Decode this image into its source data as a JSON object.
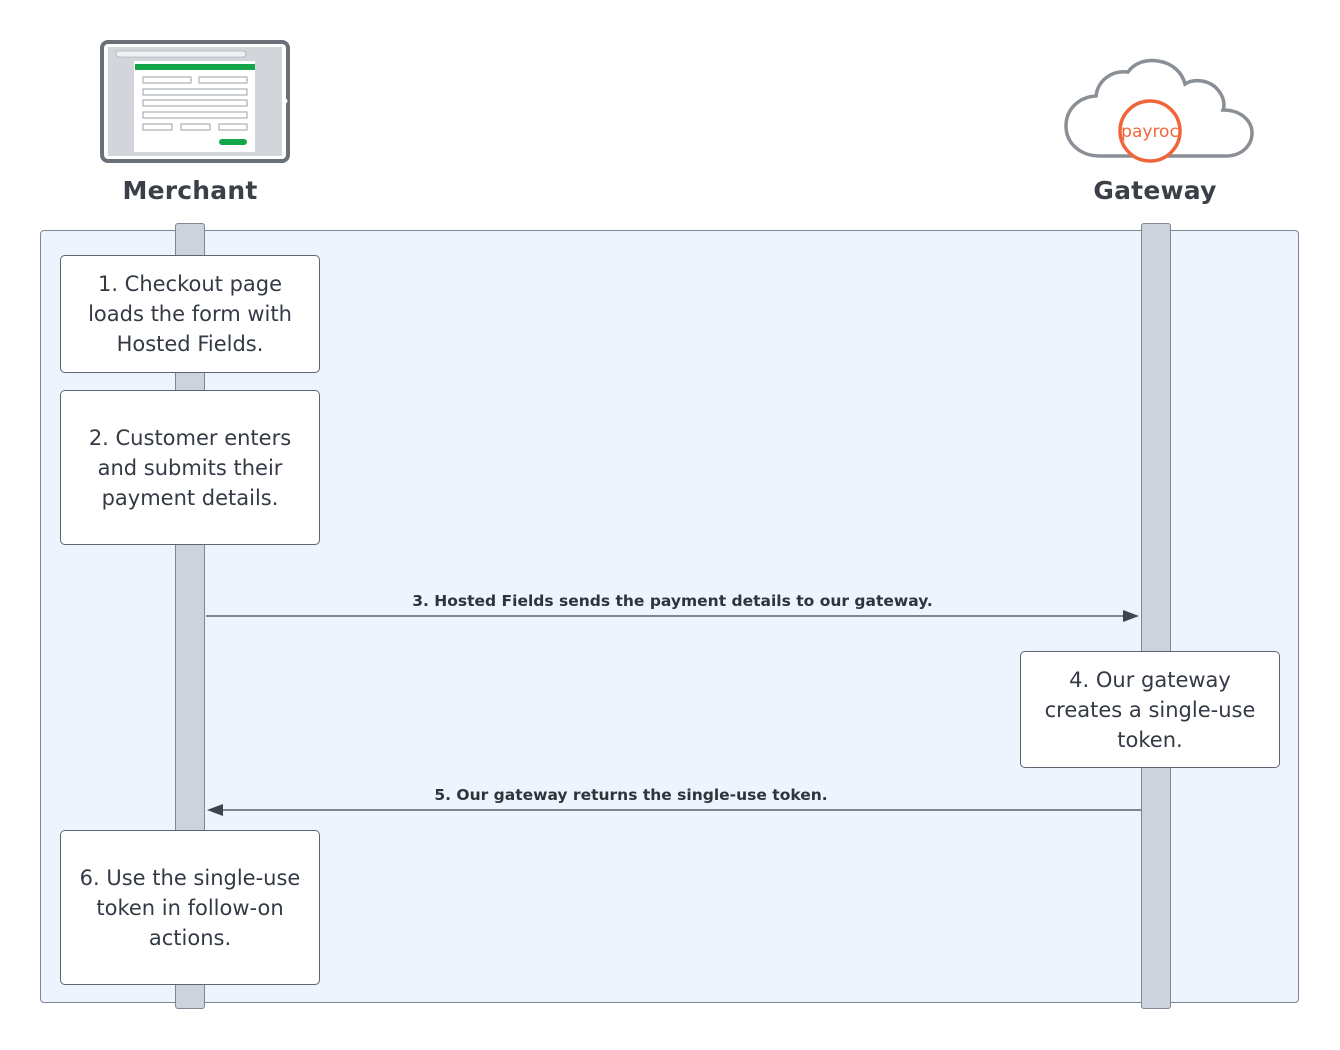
{
  "actors": {
    "merchant": {
      "title": "Merchant",
      "icon": "tablet-checkout-form-icon"
    },
    "gateway": {
      "title": "Gateway",
      "icon": "payroc-cloud-logo-icon",
      "logo_text": "payroc"
    }
  },
  "steps": {
    "step1": "1. Checkout page loads the form with Hosted Fields.",
    "step2": "2. Customer enters and submits their payment details.",
    "step3": "3. Hosted Fields sends the payment details to our gateway.",
    "step4": "4. Our gateway creates a single-use token.",
    "step5": "5. Our gateway returns the single-use token.",
    "step6": "6. Use the single-use token in follow-on actions."
  },
  "colors": {
    "frame_fill": "#edf4fe",
    "lifeline_fill": "#cdd3dc",
    "brand_orange": "#f0663a",
    "form_green": "#12a54a"
  }
}
